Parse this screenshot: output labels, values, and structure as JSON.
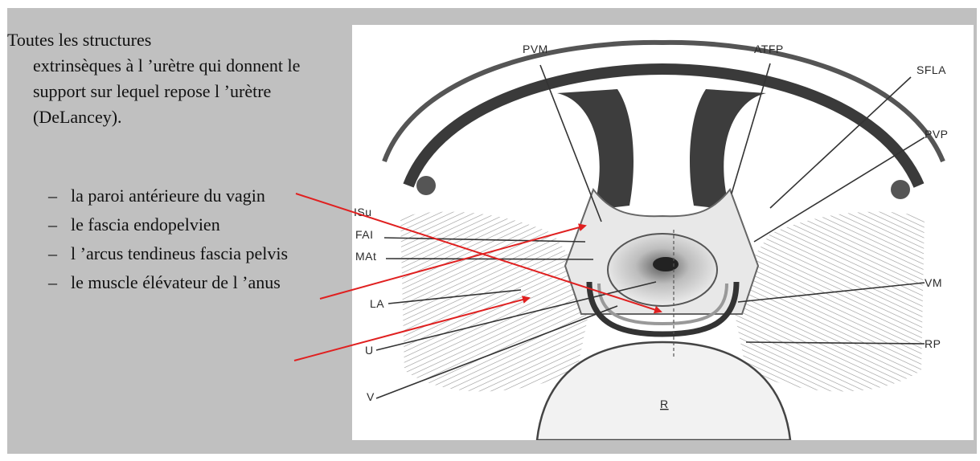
{
  "intro": {
    "first_line": "Toutes les structures",
    "rest": "extrinsèques à l ’urètre qui donnent le support sur lequel repose l ’urètre (DeLancey)."
  },
  "bullets": [
    {
      "dash": "–",
      "text": "la paroi antérieure du vagin"
    },
    {
      "dash": "–",
      "text": "le fascia endopelvien"
    },
    {
      "dash": "–",
      "text": "l ’arcus tendineus fascia pelvis"
    },
    {
      "dash": "–",
      "text": "le muscle élévateur de l ’anus"
    }
  ],
  "figure": {
    "labels": {
      "pvm": "PVM",
      "atfp": "ATFP",
      "sfla": "SFLA",
      "pvp": "PVP",
      "isu": "ISu",
      "fai": "FAI",
      "mat": "MAt",
      "la": "LA",
      "u": "U",
      "v": "V",
      "vm": "VM",
      "rp": "RP",
      "r": "R"
    }
  },
  "colors": {
    "panel": "#c0c0c0",
    "arrow": "#e02020",
    "ink": "#2a2a2a"
  }
}
